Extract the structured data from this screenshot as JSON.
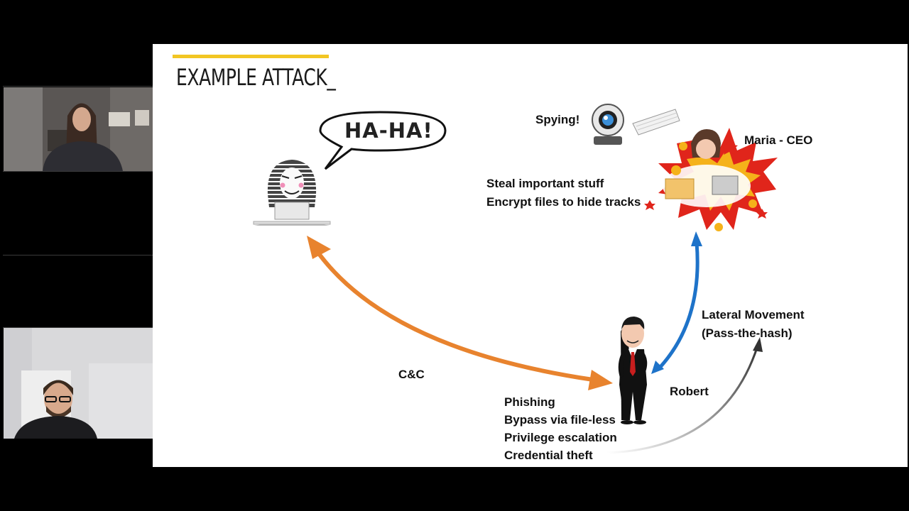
{
  "slide": {
    "title": "EXAMPLE ATTACK_",
    "speech": "HA-HA!",
    "spying": "Spying!",
    "ceo": "Maria - CEO",
    "steal": [
      "Steal important stuff",
      "Encrypt files to hide tracks"
    ],
    "cnc": "C&C",
    "robert": "Robert",
    "lateral": [
      "Lateral Movement",
      "(Pass-the-hash)"
    ],
    "steps": [
      "Phishing",
      "Bypass via file-less",
      "Privilege escalation",
      "Credential theft"
    ]
  },
  "colors": {
    "accent": "#f2c623",
    "cnc_arrow": "#e8832e",
    "lateral_arrow": "#1e73c9"
  }
}
